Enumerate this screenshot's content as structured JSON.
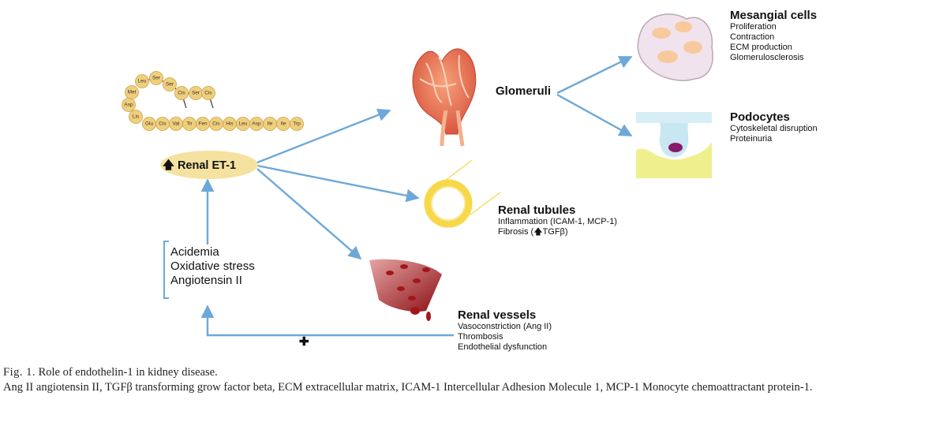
{
  "peptide": [
    "Leu",
    "Ser",
    "Ser",
    "Cis",
    "Ser",
    "Cis",
    "Met",
    "Asp",
    "Lis",
    "Glu",
    "Cis",
    "Val",
    "Tir",
    "Fen",
    "Cis",
    "His",
    "Leu",
    "Asp",
    "Ile",
    "Ile",
    "Trp"
  ],
  "center": {
    "arrow_glyph": "🡅",
    "label": "Renal ET-1"
  },
  "causes": [
    "Acidemia",
    "Oxidative stress",
    "Angiotensin II"
  ],
  "plus_sign": "✚",
  "glomeruli": {
    "title": "Glomeruli"
  },
  "mesangial": {
    "title": "Mesangial cells",
    "items": [
      "Proliferation",
      "Contraction",
      "ECM production",
      "Glomerulosclerosis"
    ]
  },
  "podocytes": {
    "title": "Podocytes",
    "items": [
      "Cytoskeletal disruption",
      "Proteinuria"
    ]
  },
  "tubules": {
    "title": "Renal tubules",
    "items": [
      "Inflammation (ICAM-1, MCP-1)"
    ],
    "fibrosis_prefix": "Fibrosis (",
    "fibrosis_arrow": "🡅",
    "fibrosis_suffix": "TGFβ)"
  },
  "vessels": {
    "title": "Renal vessels",
    "items": [
      "Vasoconstriction (Ang II)",
      "Thrombosis",
      "Endothelial dysfunction"
    ]
  },
  "caption": {
    "label": "Fig. 1.",
    "title": "Role of endothelin-1 in kidney disease.",
    "body": "Ang II angiotensin II, TGFβ transforming grow factor beta, ECM extracellular matrix, ICAM-1 Intercellular Adhesion Molecule 1, MCP-1 Monocyte chemoattractant protein-1."
  },
  "colors": {
    "arrow": "#6ea8d8",
    "ellipse": "#f5e2a0",
    "bead": "#f0cf7c",
    "vessel": "#a2171b",
    "tubule": "#f6d84a",
    "mesangial": "#f1e3ee",
    "podocyte_base": "#eef08e",
    "podocyte_nucleus": "#8a1a6a"
  }
}
